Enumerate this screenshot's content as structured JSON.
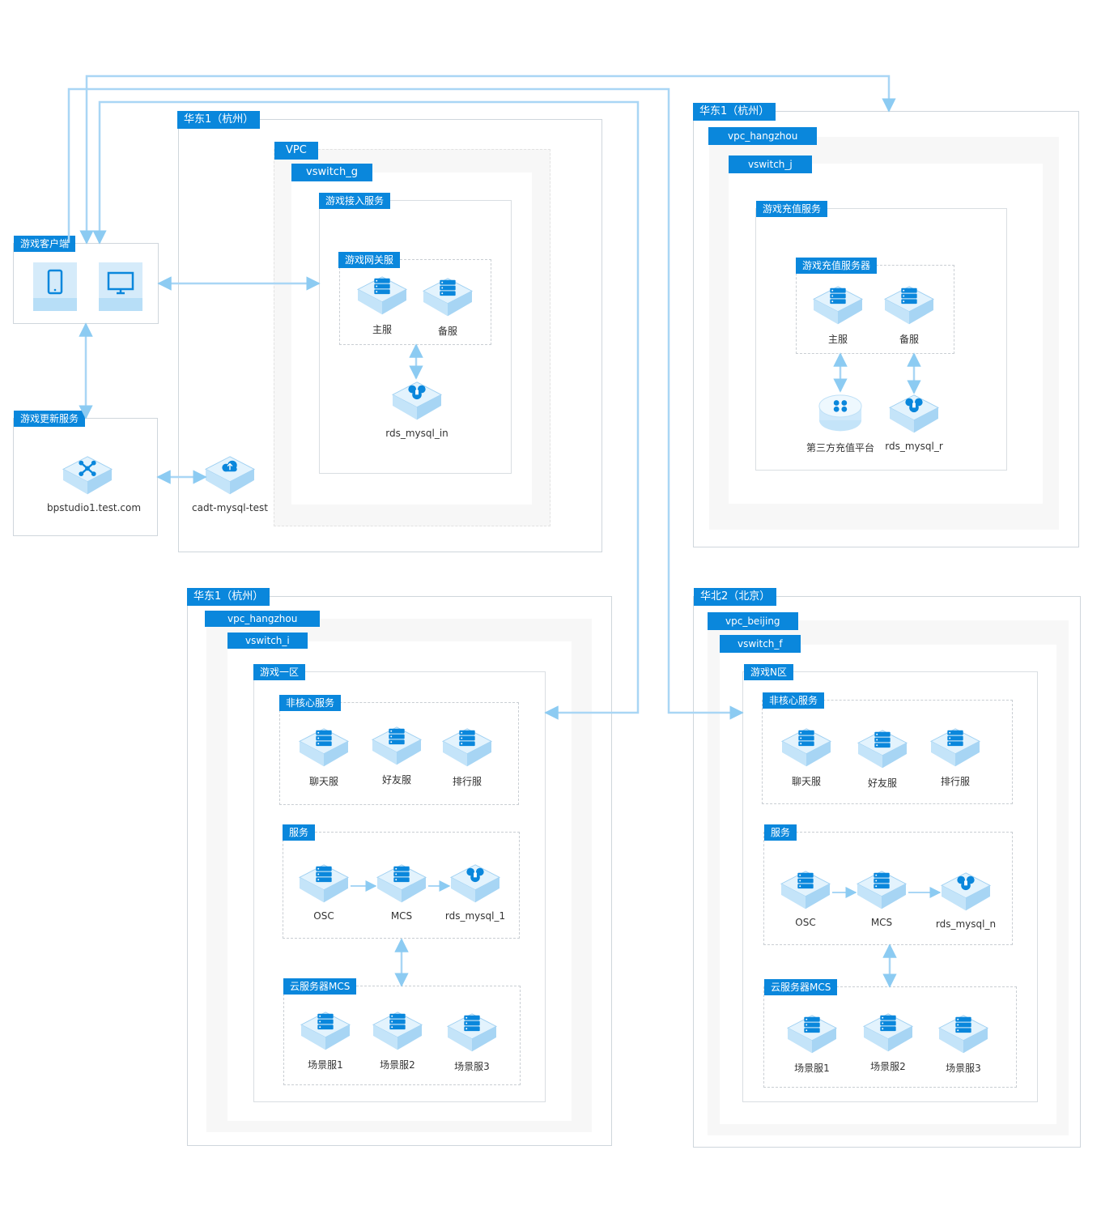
{
  "colors": {
    "accent": "#0a87dc",
    "line": "#a9d6f5",
    "border": "#cfd6dc",
    "iso": "#cfe9fb"
  },
  "client": {
    "title": "游戏客户端",
    "icons": [
      "mobile-icon",
      "desktop-icon"
    ]
  },
  "update": {
    "title": "游戏更新服务",
    "node": "bpstudio1.test.com"
  },
  "cadt": {
    "label": "cadt-mysql-test"
  },
  "hz_access": {
    "region": "华东1（杭州）",
    "vpc": "VPC",
    "vswitch": "vswitch_g",
    "zone": "游戏接入服务",
    "group": "游戏网关服",
    "primary": "主服",
    "backup": "备服",
    "db": "rds_mysql_in"
  },
  "hz_recharge": {
    "region": "华东1（杭州）",
    "vpc": "vpc_hangzhou",
    "vswitch": "vswitch_j",
    "zone": "游戏充值服务",
    "group": "游戏充值服务器",
    "primary": "主服",
    "backup": "备服",
    "third": "第三方充值平台",
    "db": "rds_mysql_r"
  },
  "hz_zone1": {
    "region": "华东1（杭州）",
    "vpc": "vpc_hangzhou",
    "vswitch": "vswitch_i",
    "zone": "游戏一区",
    "noncore": {
      "title": "非核心服务",
      "items": [
        "聊天服",
        "好友服",
        "排行服"
      ]
    },
    "service": {
      "title": "服务",
      "items": [
        "OSC",
        "MCS",
        "rds_mysql_1"
      ]
    },
    "cloud": {
      "title": "云服务器MCS",
      "items": [
        "场景服1",
        "场景服2",
        "场景服3"
      ]
    }
  },
  "bj_zoneN": {
    "region": "华北2（北京）",
    "vpc": "vpc_beijing",
    "vswitch": "vswitch_f",
    "zone": "游戏N区",
    "noncore": {
      "title": "非核心服务",
      "items": [
        "聊天服",
        "好友服",
        "排行服"
      ]
    },
    "service": {
      "title": "服务",
      "items": [
        "OSC",
        "MCS",
        "rds_mysql_n"
      ]
    },
    "cloud": {
      "title": "云服务器MCS",
      "items": [
        "场景服1",
        "场景服2",
        "场景服3"
      ]
    }
  }
}
